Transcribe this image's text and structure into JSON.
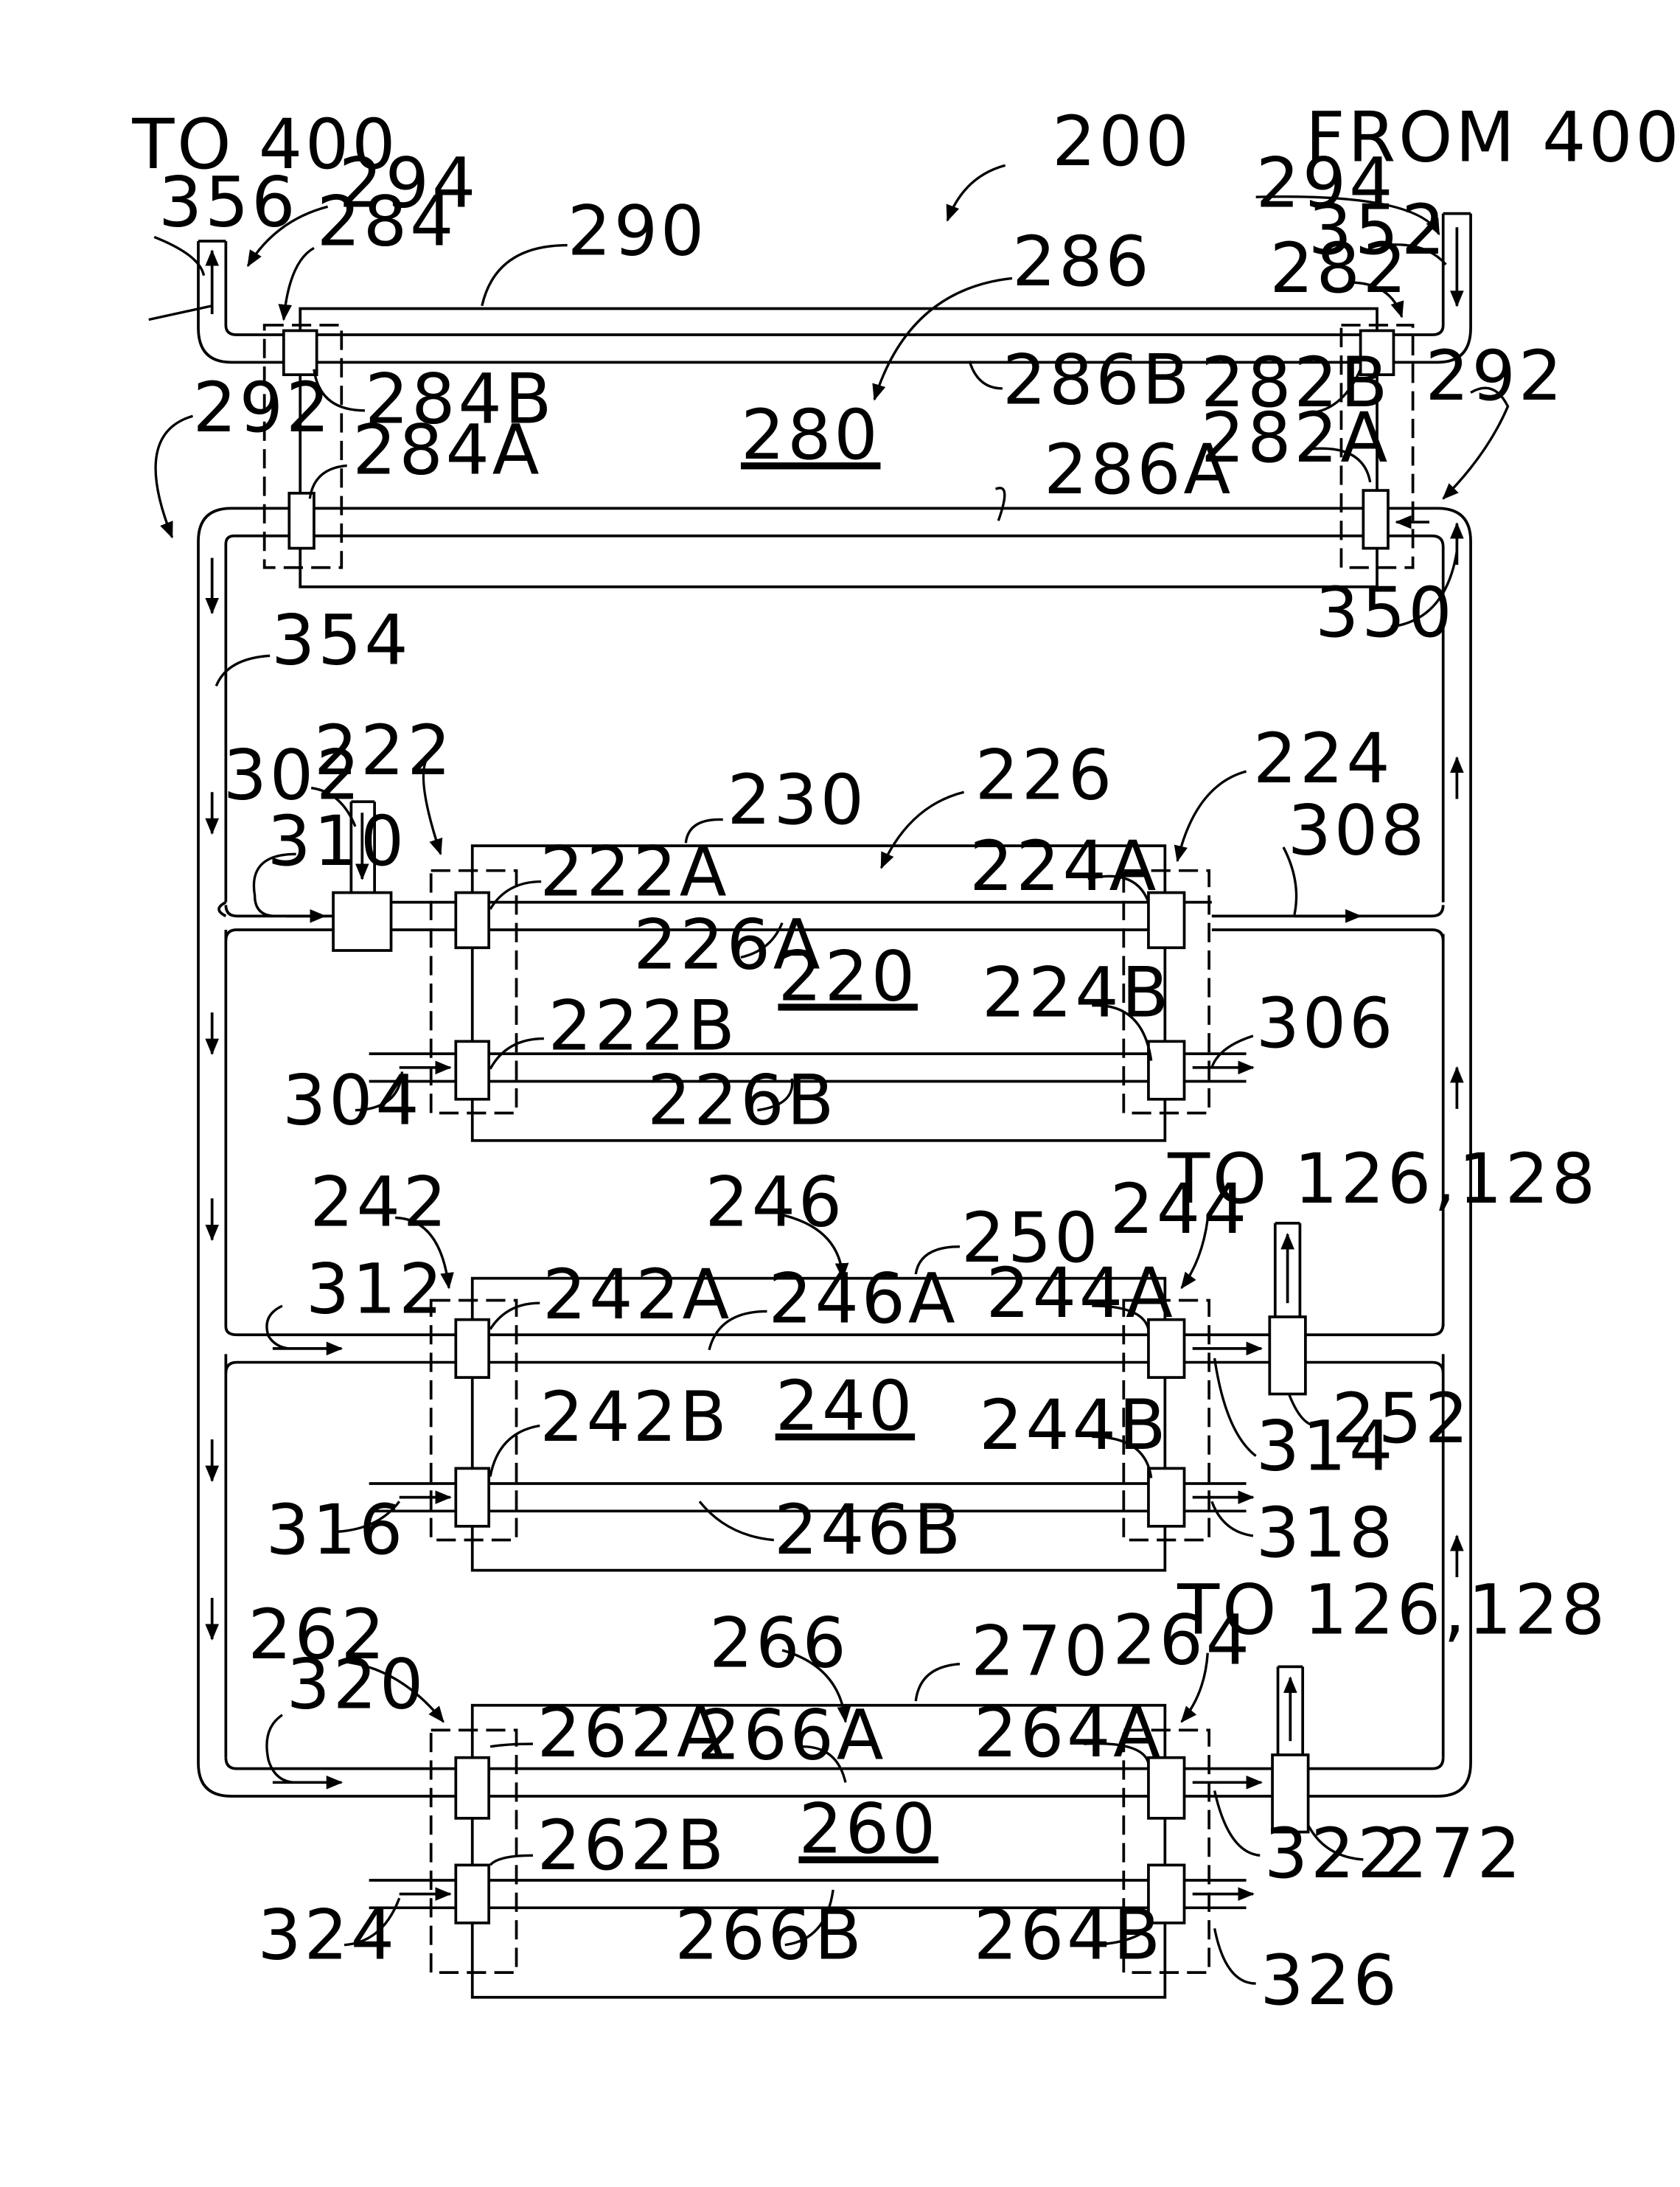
{
  "figure": {
    "overall_ref": "200",
    "notes": {
      "to400": "TO 400",
      "from400": "FROM 400",
      "to126a": "TO 126,128",
      "to126b": "TO 126,128"
    },
    "modules": {
      "m280": "280",
      "m220": "220",
      "m240": "240",
      "m260": "260"
    },
    "labels": {
      "l356": "356",
      "l294a": "294",
      "l284": "284",
      "l290": "290",
      "l286": "286",
      "l294b": "294",
      "l352": "352",
      "l282": "282",
      "l284B": "284B",
      "l286B": "286B",
      "l282B": "282B",
      "l292a": "292",
      "l292b": "292",
      "l284A": "284A",
      "l286A": "286A",
      "l282A": "282A",
      "l350": "350",
      "l354": "354",
      "l302": "302",
      "l222": "222",
      "l226": "226",
      "l230": "230",
      "l224": "224",
      "l310": "310",
      "l222A": "222A",
      "l224A": "224A",
      "l308": "308",
      "l226A": "226A",
      "l224B": "224B",
      "l222B": "222B",
      "l306": "306",
      "l304": "304",
      "l226B": "226B",
      "l242": "242",
      "l246": "246",
      "l250": "250",
      "l244": "244",
      "l312": "312",
      "l242A": "242A",
      "l246A": "246A",
      "l244A": "244A",
      "l242B": "242B",
      "l244B": "244B",
      "l314": "314",
      "l252": "252",
      "l316": "316",
      "l246B": "246B",
      "l318": "318",
      "l262": "262",
      "l266": "266",
      "l270": "270",
      "l264": "264",
      "l320": "320",
      "l262A": "262A",
      "l266A": "266A",
      "l264A": "264A",
      "l262B": "262B",
      "l322": "322",
      "l272": "272",
      "l324": "324",
      "l266B": "266B",
      "l264B": "264B",
      "l326": "326"
    }
  }
}
